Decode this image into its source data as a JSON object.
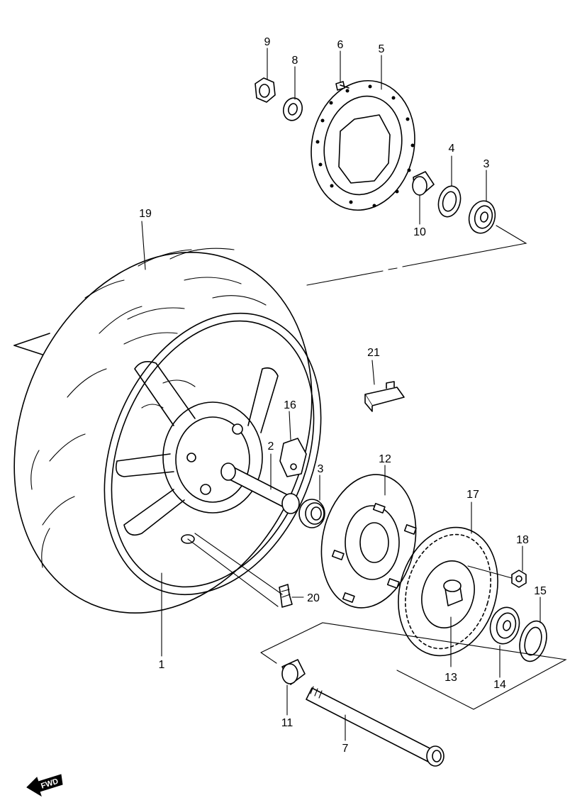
{
  "diagram": {
    "labels": {
      "p1": "1",
      "p2": "2",
      "p3a": "3",
      "p3b": "3",
      "p4": "4",
      "p5": "5",
      "p6": "6",
      "p7": "7",
      "p8": "8",
      "p9": "9",
      "p10": "10",
      "p11": "11",
      "p12": "12",
      "p13": "13",
      "p14": "14",
      "p15": "15",
      "p16": "16",
      "p17": "17",
      "p18": "18",
      "p19": "19",
      "p20": "20",
      "p21": "21"
    },
    "fwd_label": "FWD"
  }
}
